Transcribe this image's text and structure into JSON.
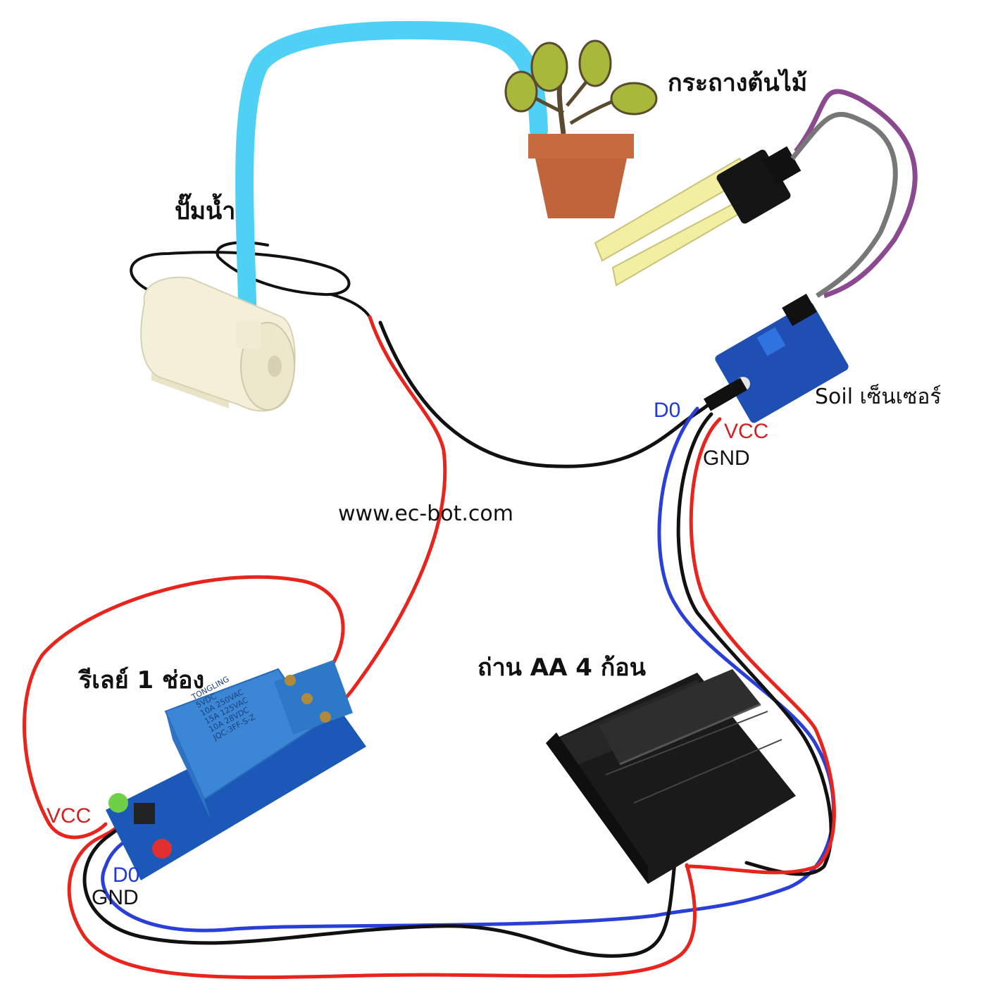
{
  "labels": {
    "pot": "กระถางต้นไม้",
    "pump": "ปั๊มน้ำ",
    "soil_sensor": "Soil เซ็นเซอร์",
    "website": "www.ec-bot.com",
    "relay": "รีเลย์ 1 ช่อง",
    "battery": "ถ่าน AA 4 ก้อน"
  },
  "sensor_pins": {
    "d0": "D0",
    "vcc": "VCC",
    "gnd": "GND"
  },
  "relay_pins": {
    "vcc": "VCC",
    "d0": "D0",
    "gnd": "GND"
  },
  "relay_text": {
    "brand": "TONGLING",
    "voltage": "5VDC",
    "rating1": "10A 250VAC",
    "rating2": "15A 125VAC",
    "rating3": "10A 28VDC",
    "model": "JQC-3FF-S-Z"
  },
  "colors": {
    "wire_red": "#e8241c",
    "wire_black": "#111111",
    "wire_blue": "#2a3fd8",
    "tube": "#4fd1f5",
    "label_red": "#d42020",
    "label_blue": "#1f3ad6"
  }
}
